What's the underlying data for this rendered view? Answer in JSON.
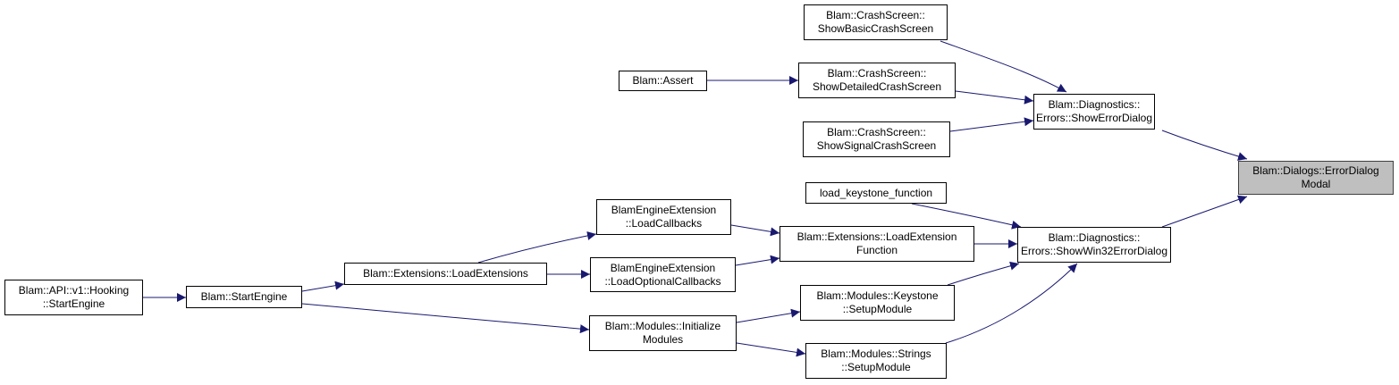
{
  "colors": {
    "edge": "#191970",
    "focus_fill": "#bfbfbf",
    "node_border": "#000000"
  },
  "nodes": {
    "error_dialog_modal": {
      "line1": "Blam::Dialogs::ErrorDialog",
      "line2": "Modal"
    },
    "show_error_dialog": {
      "line1": "Blam::Diagnostics::",
      "line2": "Errors::ShowErrorDialog"
    },
    "show_win32_error_dialog": {
      "line1": "Blam::Diagnostics::",
      "line2": "Errors::ShowWin32ErrorDialog"
    },
    "show_basic_crash_screen": {
      "line1": "Blam::CrashScreen::",
      "line2": "ShowBasicCrashScreen"
    },
    "show_detailed_crash_screen": {
      "line1": "Blam::CrashScreen::",
      "line2": "ShowDetailedCrashScreen"
    },
    "show_signal_crash_screen": {
      "line1": "Blam::CrashScreen::",
      "line2": "ShowSignalCrashScreen"
    },
    "assert": {
      "line1": "Blam::Assert"
    },
    "load_keystone_function": {
      "line1": "load_keystone_function"
    },
    "load_extension_function": {
      "line1": "Blam::Extensions::LoadExtension",
      "line2": "Function"
    },
    "keystone_setup_module": {
      "line1": "Blam::Modules::Keystone",
      "line2": "::SetupModule"
    },
    "strings_setup_module": {
      "line1": "Blam::Modules::Strings",
      "line2": "::SetupModule"
    },
    "load_callbacks": {
      "line1": "BlamEngineExtension",
      "line2": "::LoadCallbacks"
    },
    "load_optional_callbacks": {
      "line1": "BlamEngineExtension",
      "line2": "::LoadOptionalCallbacks"
    },
    "initialize_modules": {
      "line1": "Blam::Modules::Initialize",
      "line2": "Modules"
    },
    "load_extensions": {
      "line1": "Blam::Extensions::LoadExtensions"
    },
    "start_engine": {
      "line1": "Blam::StartEngine"
    },
    "hooking_start_engine": {
      "line1": "Blam::API::v1::Hooking",
      "line2": "::StartEngine"
    }
  },
  "edges": [
    [
      "show_error_dialog",
      "error_dialog_modal"
    ],
    [
      "show_win32_error_dialog",
      "error_dialog_modal"
    ],
    [
      "show_basic_crash_screen",
      "show_error_dialog"
    ],
    [
      "show_detailed_crash_screen",
      "show_error_dialog"
    ],
    [
      "show_signal_crash_screen",
      "show_error_dialog"
    ],
    [
      "assert",
      "show_detailed_crash_screen"
    ],
    [
      "load_keystone_function",
      "show_win32_error_dialog"
    ],
    [
      "load_extension_function",
      "show_win32_error_dialog"
    ],
    [
      "keystone_setup_module",
      "show_win32_error_dialog"
    ],
    [
      "strings_setup_module",
      "show_win32_error_dialog"
    ],
    [
      "load_callbacks",
      "load_extension_function"
    ],
    [
      "load_optional_callbacks",
      "load_extension_function"
    ],
    [
      "load_extensions",
      "load_callbacks"
    ],
    [
      "load_extensions",
      "load_optional_callbacks"
    ],
    [
      "initialize_modules",
      "keystone_setup_module"
    ],
    [
      "initialize_modules",
      "strings_setup_module"
    ],
    [
      "start_engine",
      "load_extensions"
    ],
    [
      "start_engine",
      "initialize_modules"
    ],
    [
      "hooking_start_engine",
      "start_engine"
    ]
  ]
}
